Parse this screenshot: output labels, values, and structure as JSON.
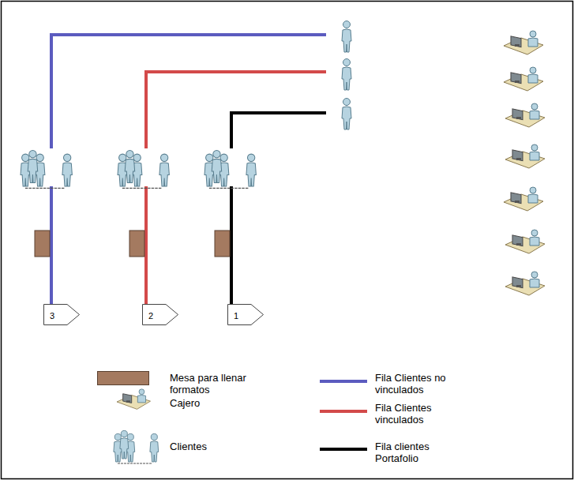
{
  "diagram": {
    "nodes": [
      {
        "text": [
          "3"
        ]
      },
      {
        "text": [
          "2"
        ]
      },
      {
        "text": [
          "1"
        ]
      }
    ],
    "edges": [],
    "legend": [
      {
        "text": "Mesa para llenar formatos",
        "color": "#a47a60"
      },
      {
        "text": "Cajero"
      },
      {
        "text": "Clientes"
      },
      {
        "text": "Fila Clientes no vinculados"
      },
      {
        "text": "Fila Clientes vinculados"
      },
      {
        "text": "Fila clientes Portafolio"
      }
    ]
  }
}
